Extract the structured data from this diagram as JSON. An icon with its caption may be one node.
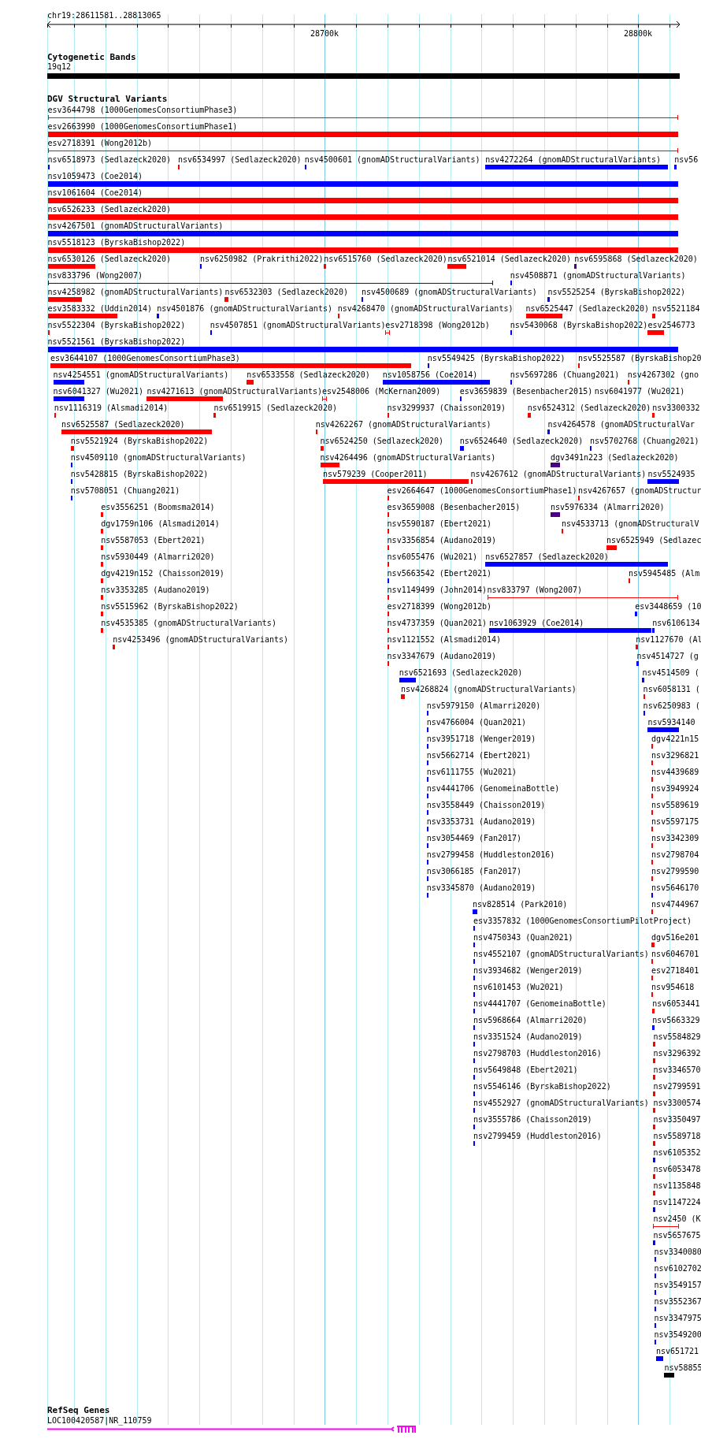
{
  "diagram": {
    "nodes": [
      {
        "text": [
          "19q12"
        ]
      },
      {
        "text": [
          "esv3644798 (1000GenomesConsortiumPhase3)"
        ]
      },
      {
        "text": [
          "esv2663990 (1000GenomesConsortiumPhase1)"
        ]
      },
      {
        "text": [
          "esv2718391 (Wong2012b)"
        ]
      },
      {
        "text": [
          "nsv6518973 (Sedlazeck2020)"
        ]
      },
      {
        "text": [
          "nsv6534997 (Sedlazeck2020)"
        ]
      },
      {
        "text": [
          "nsv4500601 (gnomADStructuralVariants)"
        ]
      },
      {
        "text": [
          "nsv4272264 (gnomADStructuralVariants)"
        ]
      },
      {
        "text": [
          "nsv56"
        ]
      },
      {
        "text": [
          "nsv1059473 (Coe2014)"
        ]
      },
      {
        "text": [
          "nsv1061604 (Coe2014)"
        ]
      },
      {
        "text": [
          "nsv6526233 (Sedlazeck2020)"
        ]
      },
      {
        "text": [
          "nsv4267501 (gnomADStructuralVariants)"
        ]
      },
      {
        "text": [
          "nsv5518123 (ByrskaBishop2022)"
        ]
      },
      {
        "text": [
          "nsv6530126 (Sedlazeck2020)"
        ]
      },
      {
        "text": [
          "nsv6250982 (Prakrithi2022)"
        ]
      },
      {
        "text": [
          "nsv6515760 (Sedlazeck2020)"
        ]
      },
      {
        "text": [
          "nsv6521014 (Sedlazeck2020)"
        ]
      },
      {
        "text": [
          "nsv6595868 (Sedlazeck2020)"
        ]
      },
      {
        "text": [
          "nsv833796 (Wong2007)"
        ]
      },
      {
        "text": [
          "nsv4508871 (gnomADStructuralVariants)"
        ]
      },
      {
        "text": [
          "nsv4258982 (gnomADStructuralVariants)"
        ]
      },
      {
        "text": [
          "nsv6532303 (Sedlazeck2020)"
        ]
      },
      {
        "text": [
          "nsv4500689 (gnomADStructuralVariants)"
        ]
      },
      {
        "text": [
          "nsv5525254 (ByrskaBishop2022)"
        ]
      },
      {
        "text": [
          "esv3583332 (Uddin2014)"
        ]
      },
      {
        "text": [
          "nsv4501876 (gnomADStructuralVariants)"
        ]
      },
      {
        "text": [
          "nsv4268470 (gnomADStructuralVariants)"
        ]
      },
      {
        "text": [
          "nsv6525447 (Sedlazeck2020)"
        ]
      },
      {
        "text": [
          "nsv5521184"
        ]
      },
      {
        "text": [
          "nsv5522304 (ByrskaBishop2022)"
        ]
      },
      {
        "text": [
          "nsv4507851 (gnomADStructuralVariants)"
        ]
      },
      {
        "text": [
          "esv2718398 (Wong2012b)"
        ]
      },
      {
        "text": [
          "nsv5430068 (ByrskaBishop2022)"
        ]
      },
      {
        "text": [
          "esv2546773"
        ]
      },
      {
        "text": [
          "nsv5521561 (ByrskaBishop2022)"
        ]
      },
      {
        "text": [
          "esv3644107 (1000GenomesConsortiumPhase3)"
        ]
      },
      {
        "text": [
          "nsv5549425 (ByrskaBishop2022)"
        ]
      },
      {
        "text": [
          "nsv5525587 (ByrskaBishop20"
        ]
      },
      {
        "text": [
          "nsv4254551 (gnomADStructuralVariants)"
        ]
      },
      {
        "text": [
          "nsv6533558 (Sedlazeck2020)"
        ]
      },
      {
        "text": [
          "nsv1058756 (Coe2014)"
        ]
      },
      {
        "text": [
          "nsv5697286 (Chuang2021)"
        ]
      },
      {
        "text": [
          "nsv4267302 (gno"
        ]
      },
      {
        "text": [
          "nsv6041327 (Wu2021)"
        ]
      },
      {
        "text": [
          "nsv4271613 (gnomADStructuralVariants)"
        ]
      },
      {
        "text": [
          "esv2548006 (McKernan2009)"
        ]
      },
      {
        "text": [
          "esv3659839 (Besenbacher2015)"
        ]
      },
      {
        "text": [
          "nsv6041977 (Wu2021)"
        ]
      },
      {
        "text": [
          "nsv1116319 (Alsmadi2014)"
        ]
      },
      {
        "text": [
          "nsv6519915 (Sedlazeck2020)"
        ]
      },
      {
        "text": [
          "nsv3299937 (Chaisson2019)"
        ]
      },
      {
        "text": [
          "nsv6524312 (Sedlazeck2020)"
        ]
      },
      {
        "text": [
          "nsv3300332"
        ]
      },
      {
        "text": [
          "nsv6525587 (Sedlazeck2020)"
        ]
      },
      {
        "text": [
          "nsv4262267 (gnomADStructuralVariants)"
        ]
      },
      {
        "text": [
          "nsv4264578 (gnomADStructuralVar"
        ]
      },
      {
        "text": [
          "nsv5521924 (ByrskaBishop2022)"
        ]
      },
      {
        "text": [
          "nsv6524250 (Sedlazeck2020)"
        ]
      },
      {
        "text": [
          "nsv6524640 (Sedlazeck2020)"
        ]
      },
      {
        "text": [
          "nsv5702768 (Chuang2021)"
        ]
      },
      {
        "text": [
          "nsv4509110 (gnomADStructuralVariants)"
        ]
      },
      {
        "text": [
          "nsv4264496 (gnomADStructuralVariants)"
        ]
      },
      {
        "text": [
          "dgv3491n223 (Sedlazeck2020)"
        ]
      },
      {
        "text": [
          "nsv5428815 (ByrskaBishop2022)"
        ]
      },
      {
        "text": [
          "nsv579239 (Cooper2011)"
        ]
      },
      {
        "text": [
          "nsv4267612 (gnomADStructuralVariants)"
        ]
      },
      {
        "text": [
          "nsv5524935"
        ]
      },
      {
        "text": [
          "nsv5708051 (Chuang2021)"
        ]
      },
      {
        "text": [
          "esv2664647 (1000GenomesConsortiumPhase1)"
        ]
      },
      {
        "text": [
          "nsv4267657 (gnomADStructur"
        ]
      },
      {
        "text": [
          "esv3556251 (Boomsma2014)"
        ]
      },
      {
        "text": [
          "esv3659008 (Besenbacher2015)"
        ]
      },
      {
        "text": [
          "nsv5976334 (Almarri2020)"
        ]
      },
      {
        "text": [
          "dgv1759n106 (Alsmadi2014)"
        ]
      },
      {
        "text": [
          "nsv5590187 (Ebert2021)"
        ]
      },
      {
        "text": [
          "nsv4533713 (gnomADStructuralV"
        ]
      },
      {
        "text": [
          "nsv5587053 (Ebert2021)"
        ]
      },
      {
        "text": [
          "nsv3356854 (Audano2019)"
        ]
      },
      {
        "text": [
          "nsv6525949 (Sedlazec"
        ]
      },
      {
        "text": [
          "nsv5930449 (Almarri2020)"
        ]
      },
      {
        "text": [
          "nsv6055476 (Wu2021)"
        ]
      },
      {
        "text": [
          "nsv6527857 (Sedlazeck2020)"
        ]
      },
      {
        "text": [
          "dgv4219n152 (Chaisson2019)"
        ]
      },
      {
        "text": [
          "nsv5663542 (Ebert2021)"
        ]
      },
      {
        "text": [
          "nsv5945485 (Alm"
        ]
      },
      {
        "text": [
          "nsv3353285 (Audano2019)"
        ]
      },
      {
        "text": [
          "nsv1149499 (John2014)"
        ]
      },
      {
        "text": [
          "nsv833797 (Wong2007)"
        ]
      },
      {
        "text": [
          "nsv5515962 (ByrskaBishop2022)"
        ]
      },
      {
        "text": [
          "esv2718399 (Wong2012b)"
        ]
      },
      {
        "text": [
          "esv3448659 (10"
        ]
      },
      {
        "text": [
          "nsv4535385 (gnomADStructuralVariants)"
        ]
      },
      {
        "text": [
          "nsv4737359 (Quan2021)"
        ]
      },
      {
        "text": [
          "nsv1063929 (Coe2014)"
        ]
      },
      {
        "text": [
          "nsv6106134"
        ]
      },
      {
        "text": [
          "nsv4253496 (gnomADStructuralVariants)"
        ]
      },
      {
        "text": [
          "nsv1121552 (Alsmadi2014)"
        ]
      },
      {
        "text": [
          "nsv1127670 (Al"
        ]
      },
      {
        "text": [
          "nsv3347679 (Audano2019)"
        ]
      },
      {
        "text": [
          "nsv4514727 (g"
        ]
      },
      {
        "text": [
          "nsv6521693 (Sedlazeck2020)"
        ]
      },
      {
        "text": [
          "nsv4514509 ("
        ]
      },
      {
        "text": [
          "nsv4268824 (gnomADStructuralVariants)"
        ]
      },
      {
        "text": [
          "nsv6058131 ("
        ]
      },
      {
        "text": [
          "nsv5979150 (Almarri2020)"
        ]
      },
      {
        "text": [
          "nsv6250983 ("
        ]
      },
      {
        "text": [
          "nsv4766004 (Quan2021)"
        ]
      },
      {
        "text": [
          "nsv5934140"
        ]
      },
      {
        "text": [
          "nsv3951718 (Wenger2019)"
        ]
      },
      {
        "text": [
          "dgv4221n15"
        ]
      },
      {
        "text": [
          "nsv5662714 (Ebert2021)"
        ]
      },
      {
        "text": [
          "nsv3296821"
        ]
      },
      {
        "text": [
          "nsv6111755 (Wu2021)"
        ]
      },
      {
        "text": [
          "nsv4439689"
        ]
      },
      {
        "text": [
          "nsv4441706 (GenomeinaBottle)"
        ]
      },
      {
        "text": [
          "nsv3949924"
        ]
      },
      {
        "text": [
          "nsv3558449 (Chaisson2019)"
        ]
      },
      {
        "text": [
          "nsv5589619"
        ]
      },
      {
        "text": [
          "nsv3353731 (Audano2019)"
        ]
      },
      {
        "text": [
          "nsv5597175"
        ]
      },
      {
        "text": [
          "nsv3054469 (Fan2017)"
        ]
      },
      {
        "text": [
          "nsv3342309"
        ]
      },
      {
        "text": [
          "nsv2799458 (Huddleston2016)"
        ]
      },
      {
        "text": [
          "nsv2798704"
        ]
      },
      {
        "text": [
          "nsv3066185 (Fan2017)"
        ]
      },
      {
        "text": [
          "nsv2799590"
        ]
      },
      {
        "text": [
          "nsv3345870 (Audano2019)"
        ]
      },
      {
        "text": [
          "nsv5646170"
        ]
      },
      {
        "text": [
          "nsv828514 (Park2010)"
        ]
      },
      {
        "text": [
          "nsv4744967"
        ]
      },
      {
        "text": [
          "esv3357832 (1000GenomesConsortiumPilotProject)"
        ]
      },
      {
        "text": [
          "nsv4750343 (Quan2021)"
        ]
      },
      {
        "text": [
          "dgv516e201"
        ]
      },
      {
        "text": [
          "nsv4552107 (gnomADStructuralVariants)"
        ]
      },
      {
        "text": [
          "nsv6046701"
        ]
      },
      {
        "text": [
          "nsv3934682 (Wenger2019)"
        ]
      },
      {
        "text": [
          "esv2718401"
        ]
      },
      {
        "text": [
          "nsv6101453 (Wu2021)"
        ]
      },
      {
        "text": [
          "nsv954618"
        ]
      },
      {
        "text": [
          "nsv4441707 (GenomeinaBottle)"
        ]
      },
      {
        "text": [
          "nsv6053441"
        ]
      },
      {
        "text": [
          "nsv5968664 (Almarri2020)"
        ]
      },
      {
        "text": [
          "nsv5663329"
        ]
      },
      {
        "text": [
          "nsv3351524 (Audano2019)"
        ]
      },
      {
        "text": [
          "nsv5584829"
        ]
      },
      {
        "text": [
          "nsv2798703 (Huddleston2016)"
        ]
      },
      {
        "text": [
          "nsv3296392"
        ]
      },
      {
        "text": [
          "nsv5649848 (Ebert2021)"
        ]
      },
      {
        "text": [
          "nsv3346570"
        ]
      },
      {
        "text": [
          "nsv5546146 (ByrskaBishop2022)"
        ]
      },
      {
        "text": [
          "nsv2799591"
        ]
      },
      {
        "text": [
          "nsv4552927 (gnomADStructuralVariants)"
        ]
      },
      {
        "text": [
          "nsv3300574"
        ]
      },
      {
        "text": [
          "nsv3555786 (Chaisson2019)"
        ]
      },
      {
        "text": [
          "nsv3350497"
        ]
      },
      {
        "text": [
          "nsv2799459 (Huddleston2016)"
        ]
      },
      {
        "text": [
          "nsv5589718"
        ]
      },
      {
        "text": [
          "nsv6105352"
        ]
      },
      {
        "text": [
          "nsv6053478"
        ]
      },
      {
        "text": [
          "nsv1135848"
        ]
      },
      {
        "text": [
          "nsv1147224"
        ]
      },
      {
        "text": [
          "nsv2450 (K"
        ]
      },
      {
        "text": [
          "nsv5657675"
        ]
      },
      {
        "text": [
          "nsv3340080"
        ]
      },
      {
        "text": [
          "nsv6102702"
        ]
      },
      {
        "text": [
          "nsv3549157"
        ]
      },
      {
        "text": [
          "nsv3552367"
        ]
      },
      {
        "text": [
          "nsv3347975"
        ]
      },
      {
        "text": [
          "nsv3549200"
        ]
      },
      {
        "text": [
          "nsv651721"
        ]
      },
      {
        "text": [
          "nsv58855"
        ]
      },
      {
        "text": [
          "LOC100420587|NR_110759"
        ]
      }
    ],
    "labels": [
      "chr19:28611581..28813065",
      "28700k",
      "28800k",
      "Cytogenetic Bands",
      "DGV Structural Variants",
      "RefSeq Genes"
    ]
  }
}
